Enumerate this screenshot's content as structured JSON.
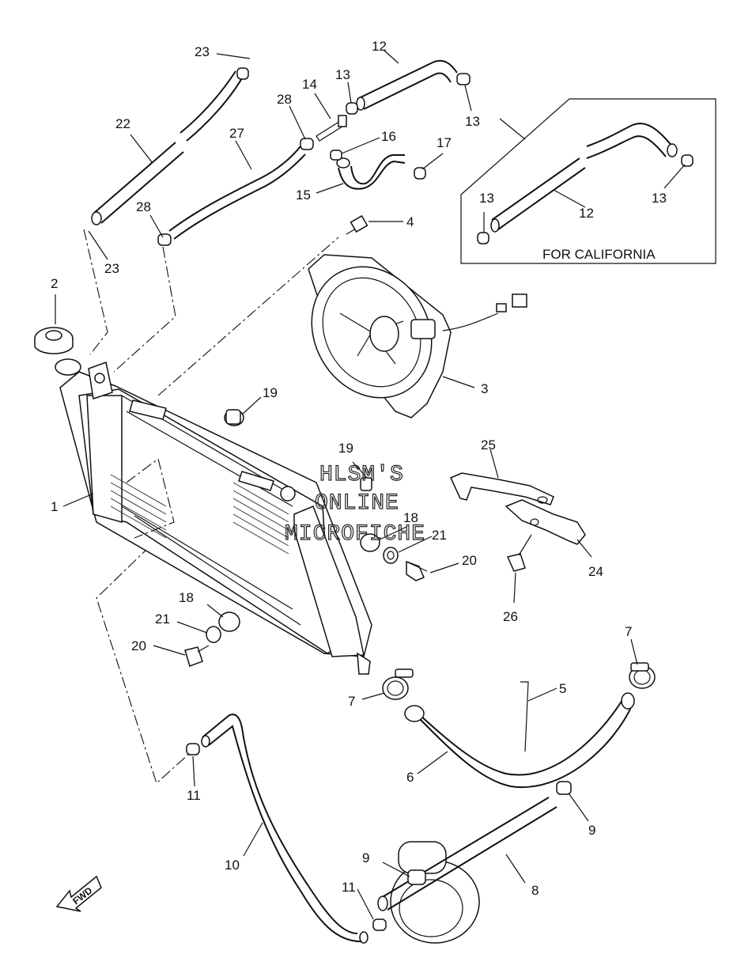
{
  "callout": {
    "text": "FOR CALIFORNIA"
  },
  "watermark": {
    "line1": "HLSM'S",
    "line2": "ONLINE",
    "line3": "MICROFICHE"
  },
  "direction_arrow": {
    "text": "FWD"
  },
  "labels": [
    {
      "id": "l1",
      "text": "1"
    },
    {
      "id": "l2",
      "text": "2"
    },
    {
      "id": "l3",
      "text": "3"
    },
    {
      "id": "l4",
      "text": "4"
    },
    {
      "id": "l5",
      "text": "5"
    },
    {
      "id": "l6",
      "text": "6"
    },
    {
      "id": "l7a",
      "text": "7"
    },
    {
      "id": "l7b",
      "text": "7"
    },
    {
      "id": "l8",
      "text": "8"
    },
    {
      "id": "l9a",
      "text": "9"
    },
    {
      "id": "l9b",
      "text": "9"
    },
    {
      "id": "l10",
      "text": "10"
    },
    {
      "id": "l11a",
      "text": "11"
    },
    {
      "id": "l11b",
      "text": "11"
    },
    {
      "id": "l12a",
      "text": "12"
    },
    {
      "id": "l12b",
      "text": "12"
    },
    {
      "id": "l13a",
      "text": "13"
    },
    {
      "id": "l13b",
      "text": "13"
    },
    {
      "id": "l13c",
      "text": "13"
    },
    {
      "id": "l13d",
      "text": "13"
    },
    {
      "id": "l14",
      "text": "14"
    },
    {
      "id": "l15",
      "text": "15"
    },
    {
      "id": "l16",
      "text": "16"
    },
    {
      "id": "l17",
      "text": "17"
    },
    {
      "id": "l18a",
      "text": "18"
    },
    {
      "id": "l18b",
      "text": "18"
    },
    {
      "id": "l19a",
      "text": "19"
    },
    {
      "id": "l19b",
      "text": "19"
    },
    {
      "id": "l20a",
      "text": "20"
    },
    {
      "id": "l20b",
      "text": "20"
    },
    {
      "id": "l21a",
      "text": "21"
    },
    {
      "id": "l21b",
      "text": "21"
    },
    {
      "id": "l22",
      "text": "22"
    },
    {
      "id": "l23a",
      "text": "23"
    },
    {
      "id": "l23b",
      "text": "23"
    },
    {
      "id": "l24",
      "text": "24"
    },
    {
      "id": "l25",
      "text": "25"
    },
    {
      "id": "l26",
      "text": "26"
    },
    {
      "id": "l27",
      "text": "27"
    },
    {
      "id": "l28a",
      "text": "28"
    },
    {
      "id": "l28b",
      "text": "28"
    }
  ]
}
